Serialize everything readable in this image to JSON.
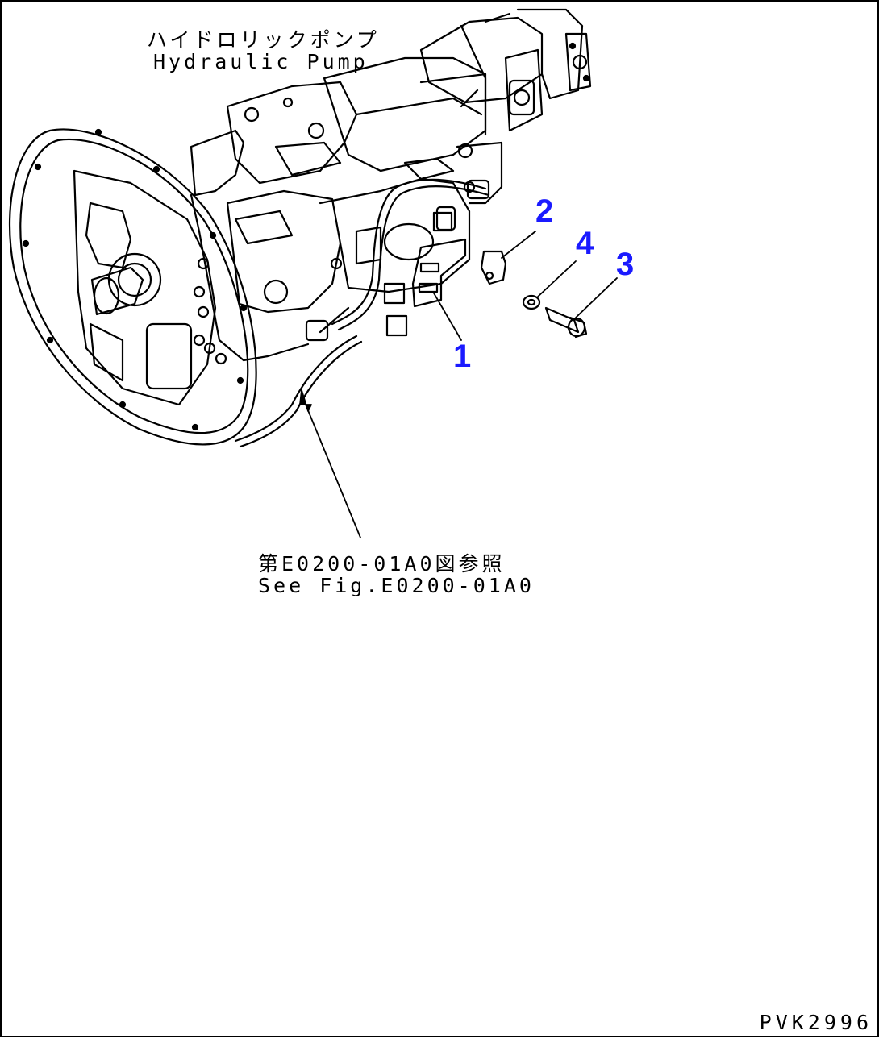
{
  "title_jp": "ハイドロリックポンプ",
  "title_en": "Hydraulic Pump",
  "reference_jp": "第E0200-01A0図参照",
  "reference_en": "See Fig.E0200-01A0",
  "callouts": [
    "1",
    "2",
    "3",
    "4"
  ],
  "figure_id": "PVK2996",
  "colors": {
    "line": "#000000",
    "callout": "#1a1aff",
    "background": "#ffffff"
  }
}
